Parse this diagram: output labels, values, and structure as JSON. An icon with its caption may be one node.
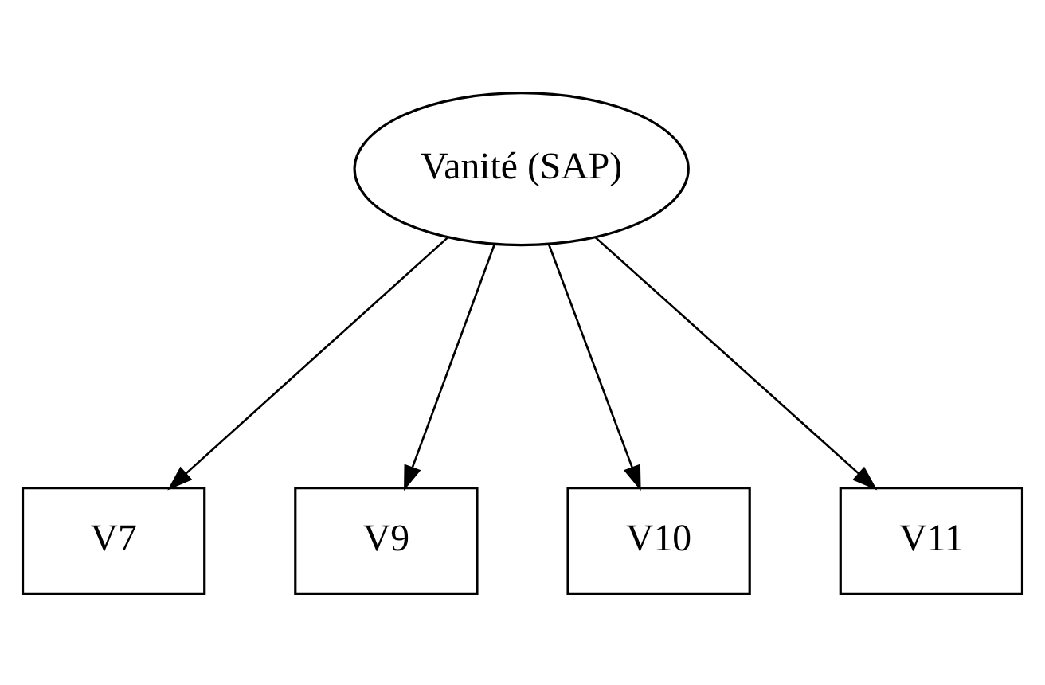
{
  "diagram": {
    "nodes": [
      {
        "text": [
          "Vanité (SAP)"
        ]
      },
      {
        "text": [
          "V7"
        ]
      },
      {
        "text": [
          "V9"
        ]
      },
      {
        "text": [
          "V10"
        ]
      },
      {
        "text": [
          "V11"
        ]
      }
    ],
    "edges": [
      {
        "from": 0,
        "to": 1,
        "arrow": "to"
      },
      {
        "from": 0,
        "to": 2,
        "arrow": "to"
      },
      {
        "from": 0,
        "to": 3,
        "arrow": "to"
      },
      {
        "from": 0,
        "to": 4,
        "arrow": "to"
      }
    ]
  }
}
